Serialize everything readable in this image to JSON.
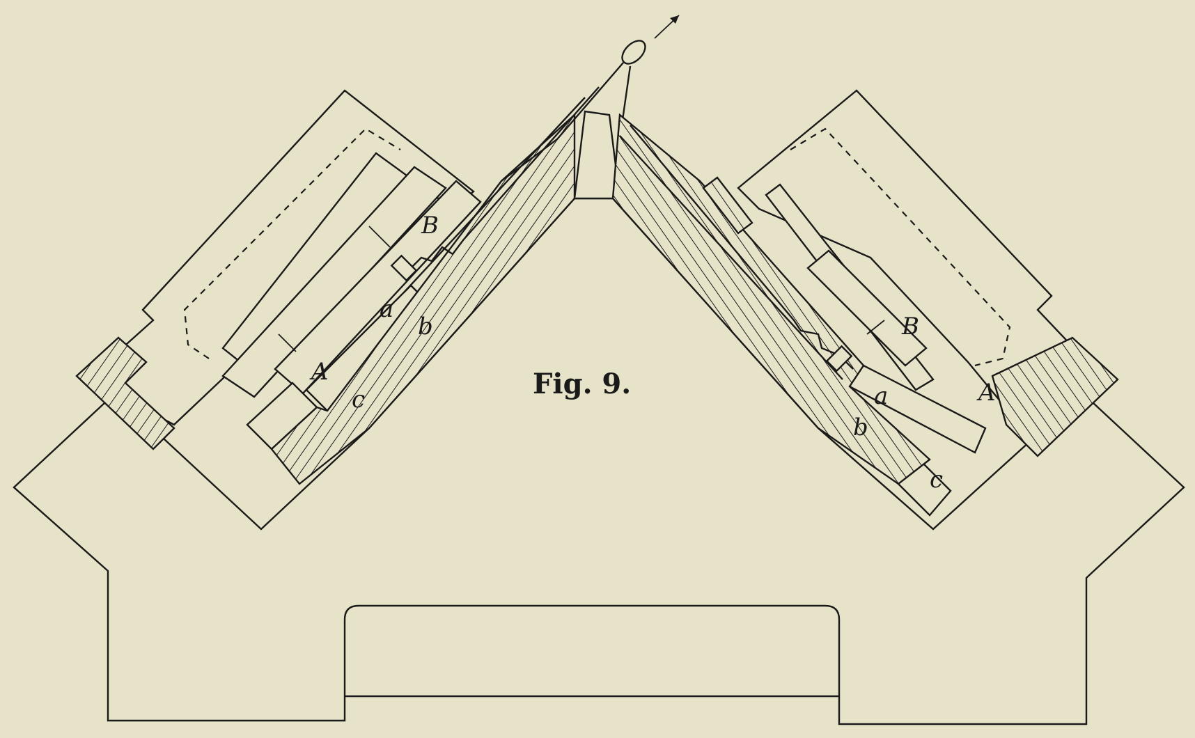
{
  "figure": {
    "caption": "Fig. 9."
  },
  "labels": {
    "left_B": "B",
    "left_a": "a",
    "left_b": "b",
    "left_A": "A",
    "left_c": "c",
    "right_B": "B",
    "right_a": "a",
    "right_b": "b",
    "right_A": "A",
    "right_c": "c"
  },
  "colors": {
    "paper": "#e6e3c8",
    "ink": "#1a1a1a"
  }
}
